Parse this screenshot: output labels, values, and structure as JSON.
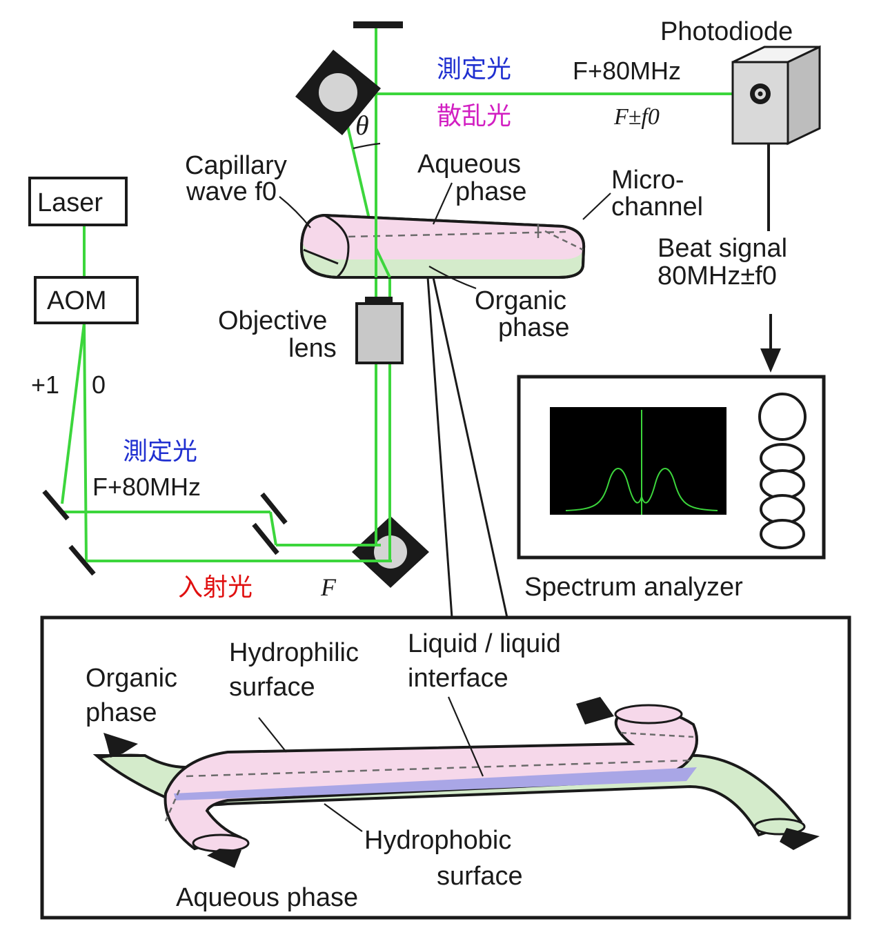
{
  "labels": {
    "photodiode": "Photodiode",
    "measure_top": "測定光",
    "freq_top": "F+80MHz",
    "scatter": "散乱光",
    "freq_scatter": "F±f0",
    "theta": "θ",
    "capillary_1": "Capillary",
    "capillary_2": "wave f0",
    "aqueous_1": "Aqueous",
    "aqueous_2": "phase",
    "micro_1": "Micro-",
    "micro_2": "channel",
    "laser": "Laser",
    "aom": "AOM",
    "beat_1": "Beat signal",
    "beat_2": "80MHz±f0",
    "objective_1": "Objective",
    "objective_2": "lens",
    "organic_1": "Organic",
    "organic_2": "phase",
    "plus_one": "+1",
    "zero": "0",
    "measure_left": "測定光",
    "freq_left": "F+80MHz",
    "incident": "入射光",
    "f_incident": "F",
    "spectrum": "Spectrum analyzer",
    "inset_hydrophilic_1": "Hydrophilic",
    "inset_hydrophilic_2": "surface",
    "inset_interface_1": "Liquid / liquid",
    "inset_interface_2": "interface",
    "inset_organic_1": "Organic",
    "inset_organic_2": "phase",
    "inset_hydrophobic_1": "Hydrophobic",
    "inset_hydrophobic_2": "surface",
    "inset_aqueous": "Aqueous phase"
  },
  "colors": {
    "beam": "#3cd63c",
    "measure_text": "#1f2fd0",
    "scatter_text": "#d21fc2",
    "incident_text": "#e01010",
    "aqueous_fill": "#f6d8ea",
    "organic_fill": "#d4ebcb",
    "interface_fill": "#a9a6e6",
    "screen": "#000000"
  }
}
